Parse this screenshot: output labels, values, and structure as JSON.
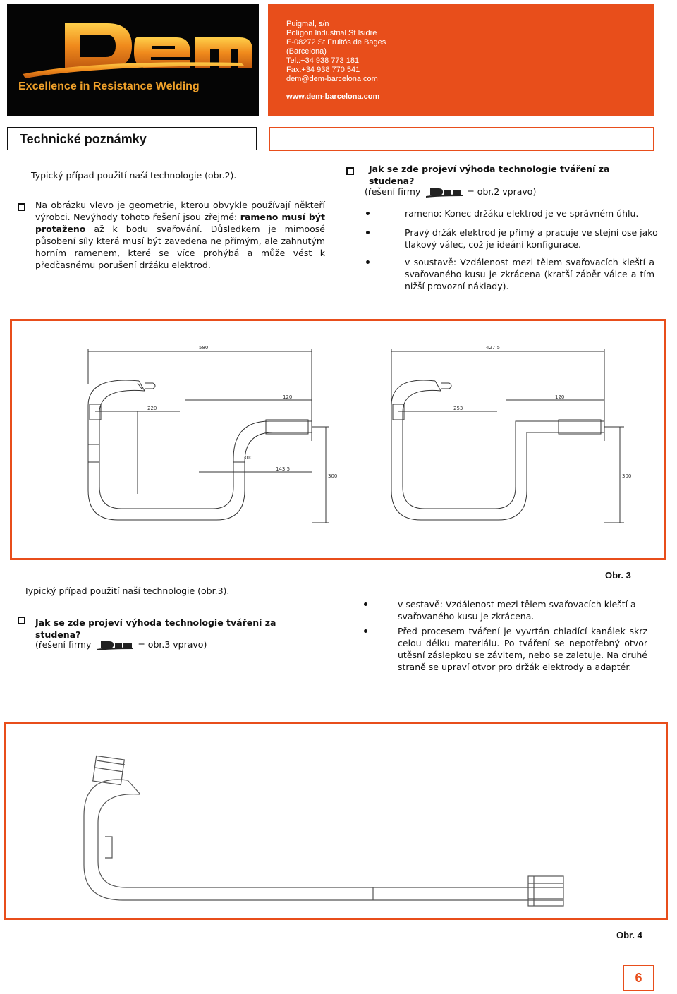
{
  "header": {
    "tagline": "Excellence in Resistance Welding",
    "contact_lines": [
      "Puigmal, s/n",
      "Polígon Industrial St Isidre",
      "E-08272 St Fruitós de Bages",
      "(Barcelona)",
      "Tel.:+34 938 773 181",
      "Fax:+34 938 770 541",
      "dem@dem-barcelona.com"
    ],
    "website": "www.dem-barcelona.com",
    "brand_colors": {
      "orange": "#e84e1b",
      "gold": "#f0a12a"
    }
  },
  "title": "Technické poznámky",
  "section1": {
    "intro": "Typický případ použití naší technologie  (obr.2).",
    "para": {
      "p1": "Na obrázku vlevo je geometrie, kterou obvykle používají někteří výrobci. Nevýhody tohoto řešení jsou zřejmé: ",
      "b1": "rameno musí být protaženo",
      "p2": " až k bodu svařování. Důsledkem je mimoosé působení síly která musí být zavedena ne přímým, ale zahnutým horním ramenem, které se více prohýbá a může vést k předčasnému porušení držáku elektrod."
    },
    "question": "Jak se zde projeví výhoda technologie tváření za studena?",
    "answer_prefix": "(řešení  firmy",
    "answer_suffix": "= obr.2 vpravo)",
    "bullets": [
      "rameno: Konec držáku elektrod je ve správném úhlu.",
      "Pravý držák elektrod je přímý a pracuje ve stejní ose jako tlakový válec, což je ideání konfigurace.",
      "v soustavě: Vzdálenost mezi tělem svařovacích kleští a svařovaného kusu je zkrácena (kratší záběr válce a tím nižší provozní náklady)."
    ]
  },
  "figure2": {
    "left_dims": [
      "580",
      "220",
      "120",
      "300",
      "143,5",
      "300"
    ],
    "right_dims": [
      "427,5",
      "253",
      "120",
      "300"
    ]
  },
  "section2": {
    "obr_label": "Obr. 3",
    "intro": "Typický případ použití naší technologie  (obr.3).",
    "question": "Jak se zde projeví výhoda technologie tváření za studena?",
    "answer_prefix": "(řešení firmy",
    "answer_suffix": "= obr.3 vpravo)",
    "bullets": [
      "v sestavě:  Vzdálenost mezi tělem svařovacích kleští a svařovaného kusu je zkrácena.",
      "Před procesem tváření je vyvrtán chladící kanálek skrz celou délku materiálu. Po tváření se nepotřebný otvor utěsní záslepkou se závitem, nebo se zaletuje. Na druhé straně se upraví otvor pro držák elektrody a adaptér."
    ]
  },
  "footer": {
    "obr_label": "Obr. 4",
    "page_number": "6"
  }
}
